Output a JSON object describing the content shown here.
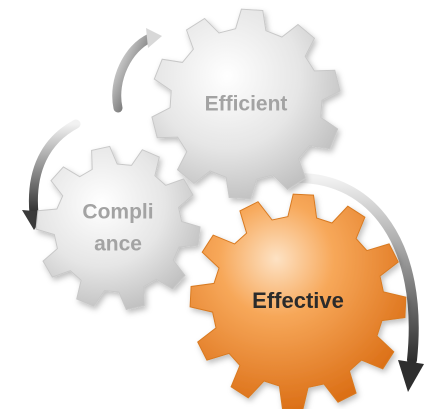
{
  "diagram": {
    "gears": [
      {
        "key": "efficient",
        "label": "Efficient",
        "color": "#e4e4e4",
        "text_color": "#a0a0a0"
      },
      {
        "key": "compliance",
        "label_line1": "Compli",
        "label_line2": "ance",
        "color": "#e4e4e4",
        "text_color": "#a0a0a0"
      },
      {
        "key": "effective",
        "label": "Effective",
        "color": "#f28a2b",
        "text_color": "#2b2b2b"
      }
    ],
    "arrows": [
      {
        "name": "top-arrow",
        "color": "#3a3a3a"
      },
      {
        "name": "left-arrow",
        "color": "#3a3a3a"
      },
      {
        "name": "right-arrow",
        "color": "#3a3a3a"
      }
    ]
  }
}
